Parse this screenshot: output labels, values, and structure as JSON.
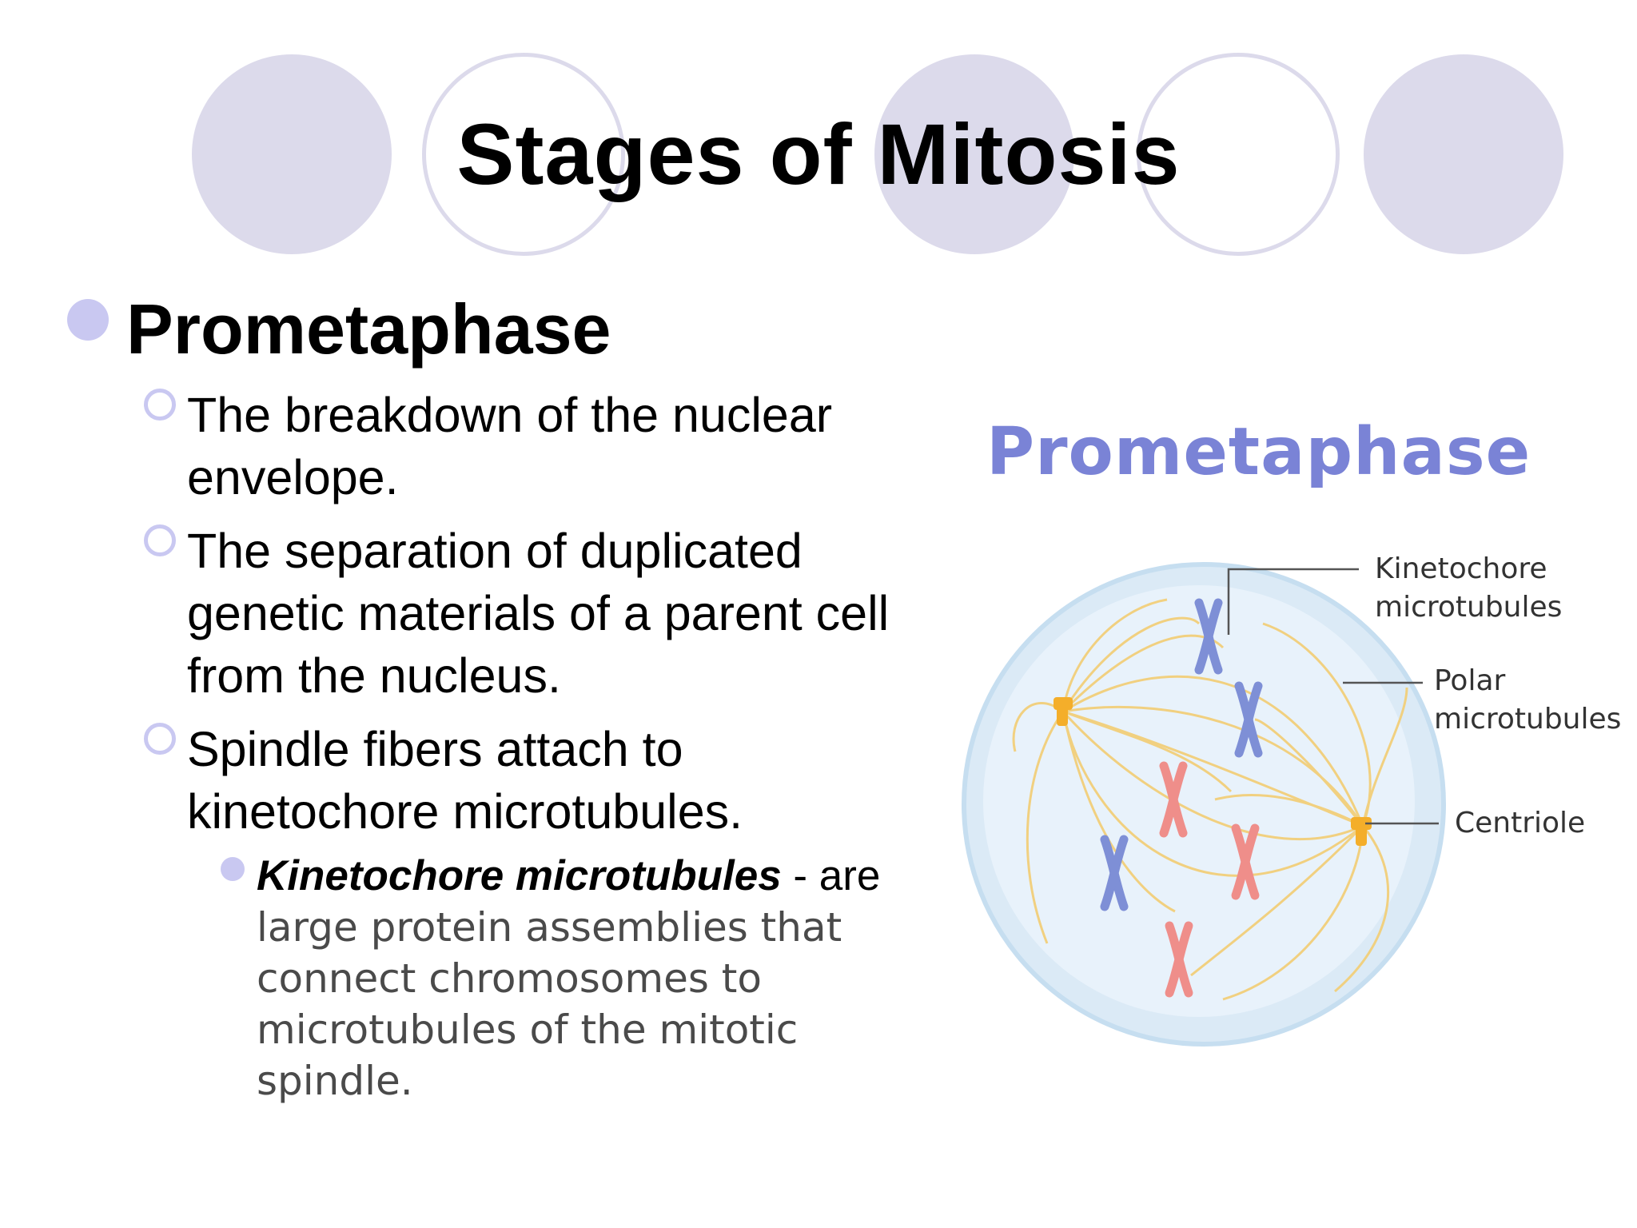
{
  "title": "Stages of Mitosis",
  "topic": "Prometaphase",
  "points": [
    "The breakdown of the nuclear envelope.",
    "The separation of duplicated genetic materials of a parent cell from the nucleus.",
    "Spindle fibers attach to kinetochore microtubules."
  ],
  "sub_point": {
    "term": "Kinetochore microtubules",
    "connector": " - are",
    "description": " large protein assemblies that connect chromosomes to microtubules of the mitotic spindle."
  },
  "diagram": {
    "title": "Prometaphase",
    "labels": {
      "kinetochore_line1": "Kinetochore",
      "kinetochore_line2": "microtubules",
      "polar_line1": "Polar",
      "polar_line2": "microtubules",
      "centriole": "Centriole"
    }
  },
  "colors": {
    "accent": "#c9c8f1",
    "decor": "#dcdaeb",
    "diagram_title": "#7a83d6",
    "cell_fill": "#dbeaf6",
    "chromosome_blue": "#7e8fd6",
    "chromosome_red": "#ef8e8a",
    "centriole": "#f4ae2a",
    "spindle": "#f2cf7a"
  }
}
